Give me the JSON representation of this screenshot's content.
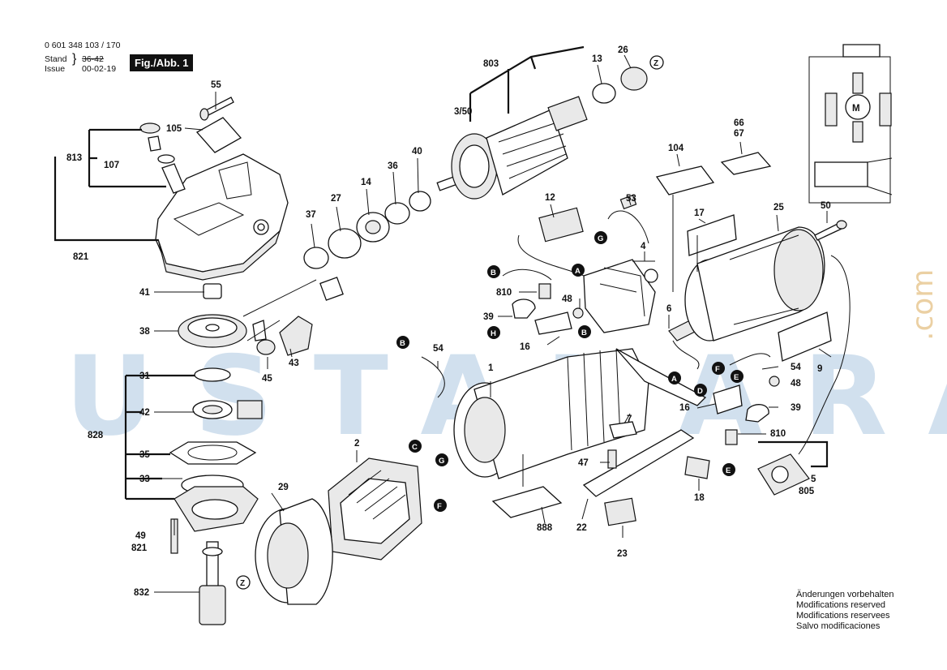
{
  "header": {
    "part_number": "0 601 348 103 / 170",
    "stand_label": "Stand",
    "issue_label": "Issue",
    "stand_value": "36-42",
    "issue_value": "00-02-19",
    "figure_label": "Fig./Abb. 1"
  },
  "modifications": [
    "Änderungen vorbehalten",
    "Modifications reserved",
    "Modifications reservees",
    "Salvo modificaciones"
  ],
  "watermark": {
    "text": "USTANARA",
    "suffix": ".com"
  },
  "part_labels": [
    "55",
    "105",
    "813",
    "107",
    "821",
    "41",
    "38",
    "31",
    "42",
    "828",
    "35",
    "33",
    "49",
    "821",
    "832",
    "29",
    "2",
    "45",
    "43",
    "37",
    "27",
    "14",
    "36",
    "40",
    "803",
    "3/50",
    "13",
    "26",
    "12",
    "53",
    "4",
    "810",
    "39",
    "48",
    "6",
    "104",
    "66",
    "67",
    "17",
    "25",
    "50",
    "9",
    "54",
    "48",
    "39",
    "810",
    "5",
    "805",
    "16",
    "1",
    "16",
    "54",
    "7",
    "47",
    "18",
    "22",
    "888",
    "23"
  ],
  "connection_markers": [
    "Z",
    "Z",
    "A",
    "A",
    "B",
    "B",
    "B",
    "C",
    "D",
    "E",
    "E",
    "F",
    "F",
    "G",
    "G",
    "H"
  ],
  "colors": {
    "ink": "#111111",
    "watermark_blue": "#7ea9d1",
    "watermark_orange": "#d9a34a"
  }
}
